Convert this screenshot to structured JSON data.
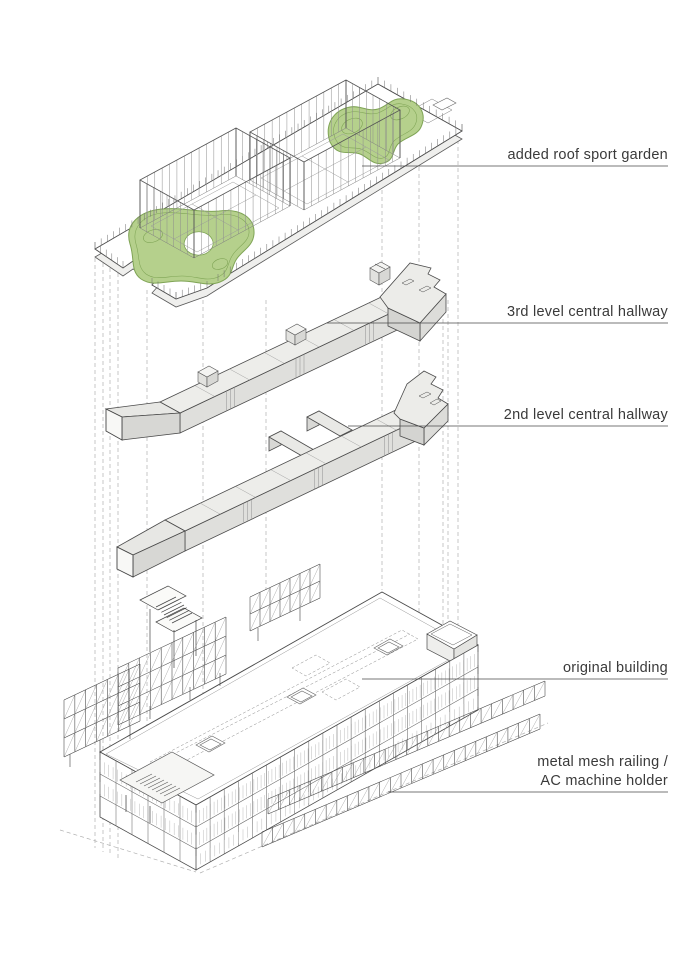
{
  "diagram": {
    "type": "exploded-axonometric-architecture-diagram",
    "background": "#ffffff",
    "labels": [
      {
        "id": "roof-garden",
        "text": "added roof sport garden"
      },
      {
        "id": "hallway-3rd-level",
        "text": "3rd level central hallway"
      },
      {
        "id": "hallway-2nd-level",
        "text": "2nd level central hallway"
      },
      {
        "id": "original-building",
        "text": "original building"
      },
      {
        "id": "mesh-railing",
        "text_line1": "metal mesh railing /",
        "text_line2": "AC machine holder"
      }
    ],
    "colors": {
      "garden_fill": "#b5d08c",
      "garden_stroke": "#7fa455",
      "hallway_top": "#ededea",
      "hallway_front": "#dfdfdc",
      "line": "#4a4a4a",
      "guide_line": "#b0b0b0",
      "label_text": "#3a3a3a"
    }
  }
}
